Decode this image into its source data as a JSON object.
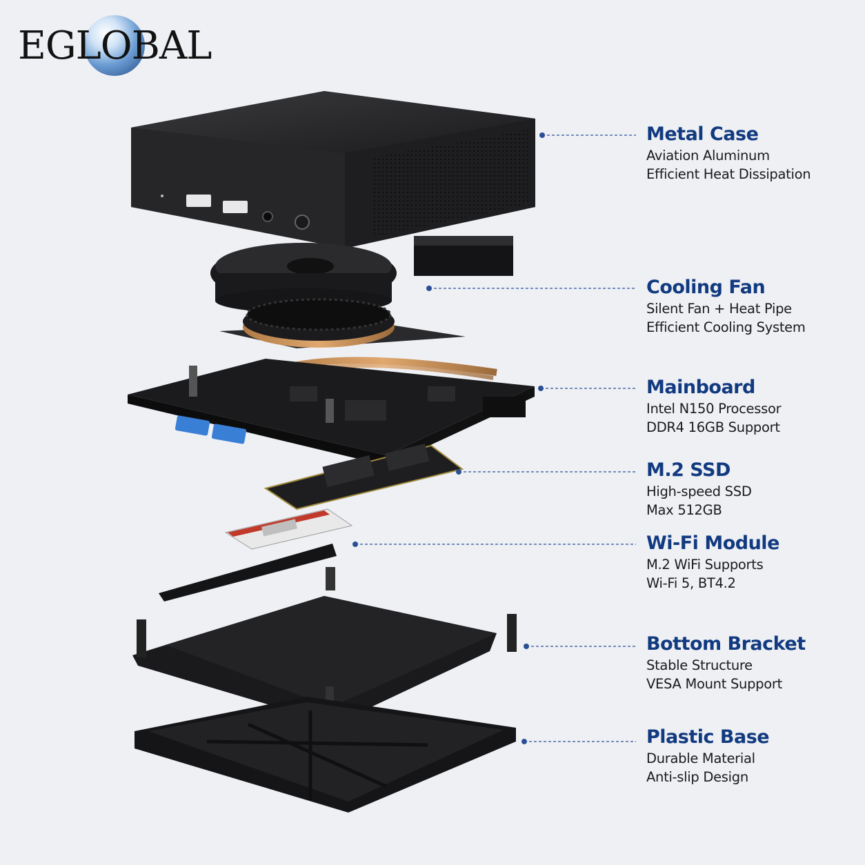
{
  "brand": {
    "name": "EGLOBAL"
  },
  "components": [
    {
      "title": "Metal Case",
      "line1": "Aviation Aluminum",
      "line2": "Efficient Heat Dissipation"
    },
    {
      "title": "Cooling Fan",
      "line1": "Silent Fan + Heat Pipe",
      "line2": "Efficient Cooling System"
    },
    {
      "title": "Mainboard",
      "line1": "Intel N150 Processor",
      "line2": "DDR4 16GB Support"
    },
    {
      "title": "M.2 SSD",
      "line1": "High-speed SSD",
      "line2": "Max 512GB"
    },
    {
      "title": "Wi-Fi Module",
      "line1": "M.2 WiFi Supports",
      "line2": "Wi-Fi 5, BT4.2"
    },
    {
      "title": "Bottom Bracket",
      "line1": "Stable Structure",
      "line2": "VESA Mount Support"
    },
    {
      "title": "Plastic Base",
      "line1": "Durable Material",
      "line2": "Anti-slip Design"
    }
  ],
  "colors": {
    "background": "#eef0f4",
    "title": "#123a80",
    "leader": "#2b4f96",
    "hardware": "#1c1c1e"
  }
}
